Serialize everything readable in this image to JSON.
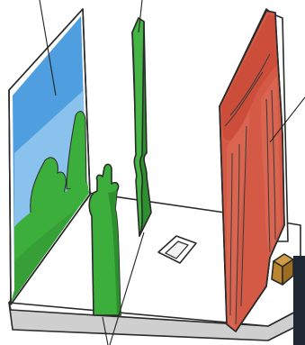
{
  "figure": {
    "kind": "toy-theatre-stage-illustration",
    "colors": {
      "sky": "#4f9fe0",
      "sky_light": "#bfe0f6",
      "grass": "#3cae3c",
      "grass_dark": "#2e8f2e",
      "curtain": "#d45a45",
      "curtain_dark": "#b23e2e",
      "board": "#b9852f",
      "floor": "#ffffff",
      "floor_edge": "#c9c9c9",
      "frame": "#222222"
    },
    "parts": [
      "painted-backdrop",
      "wing-flat-green",
      "cactus-cutout",
      "trapdoor",
      "curtain-flat",
      "small-box-prop"
    ]
  }
}
